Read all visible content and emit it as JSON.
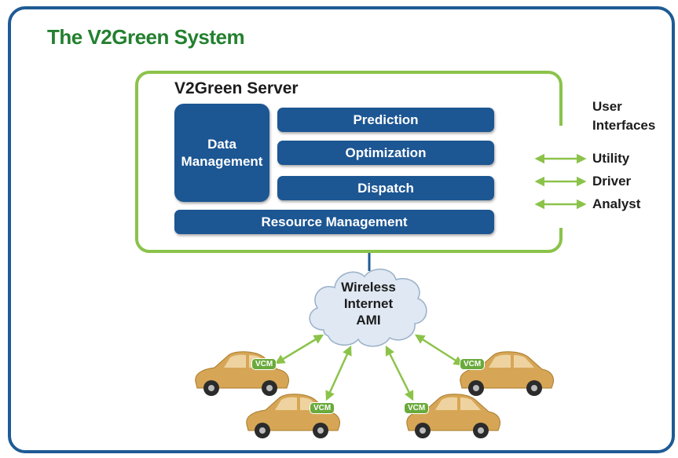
{
  "title": "The V2Green System",
  "server": {
    "title": "V2Green Server",
    "data_management": "Data Management",
    "prediction": "Prediction",
    "optimization": "Optimization",
    "dispatch": "Dispatch",
    "resource_management": "Resource Management"
  },
  "user_interfaces": {
    "heading_line1": "User",
    "heading_line2": "Interfaces",
    "items": [
      "Utility",
      "Driver",
      "Analyst"
    ]
  },
  "cloud": {
    "line1": "Wireless",
    "line2": "Internet",
    "line3": "AMI"
  },
  "vehicles": {
    "module_label": "VCM",
    "count": 4
  },
  "colors": {
    "title_green": "#23802f",
    "frame_blue": "#1f5b95",
    "block_blue": "#1c5693",
    "server_border_green": "#8bc34a",
    "arrow_green": "#8bc34a",
    "car_body": "#d6a656",
    "vcm_badge": "#6aaa3c"
  }
}
